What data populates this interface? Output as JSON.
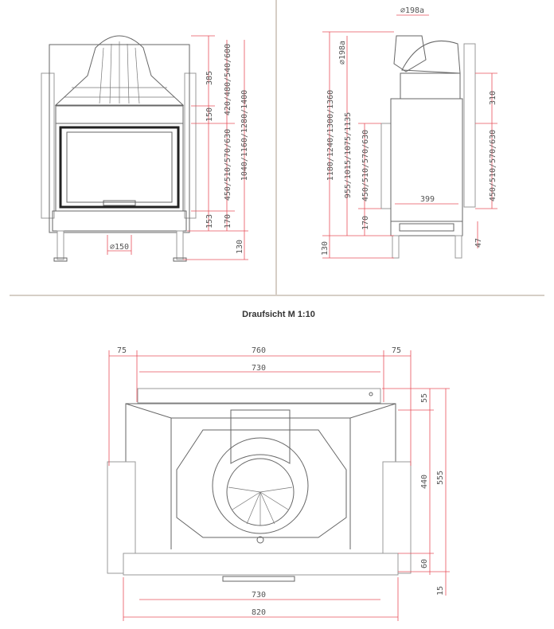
{
  "section_title": "Draufsicht M 1:10",
  "front_view": {
    "dims": {
      "d385": "385",
      "d150": "150",
      "d420": "420/480/540/600",
      "d450": "450/510/570/630",
      "d1040": "1040/1160/1280/1400",
      "d153": "153",
      "d170": "170",
      "d130": "130",
      "flue": "⌀150"
    }
  },
  "side_view": {
    "dims": {
      "flue_top": "⌀198a",
      "flue_side": "⌀198a",
      "d1180": "1180/1240/1300/1360",
      "d955": "955/1015/1075/1135",
      "d450": "450/510/570/630",
      "d170": "170",
      "d399": "399",
      "d310": "310",
      "d450r": "450/510/570/630",
      "d47": "47",
      "d130": "130"
    }
  },
  "top_view": {
    "dims": {
      "l75": "75",
      "w760": "760",
      "r75": "75",
      "w730t": "730",
      "d55": "55",
      "d440": "440",
      "d555": "555",
      "d60": "60",
      "d15": "15",
      "w730b": "730",
      "w820": "820"
    }
  },
  "colors": {
    "dimension": "#e8505b",
    "outline": "#666666",
    "divider": "#c8beb4"
  }
}
